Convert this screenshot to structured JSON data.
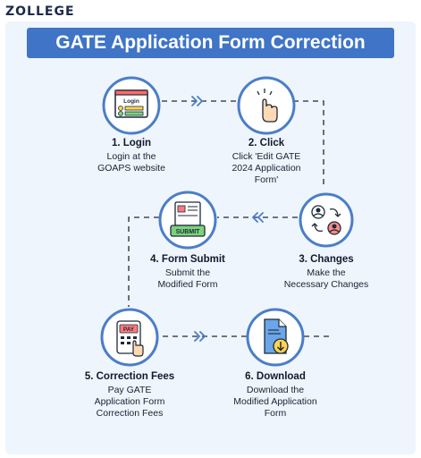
{
  "brand": {
    "logo_text": "ZOLLEGE"
  },
  "header": {
    "title": "GATE Application Form Correction"
  },
  "steps": [
    {
      "title": "1. Login",
      "desc_lines": [
        "Login at the",
        "GOAPS website"
      ],
      "icon": "login-screen-icon",
      "icon_text": "Login"
    },
    {
      "title": "2. Click",
      "desc_lines": [
        "Click 'Edit GATE",
        "2024 Application",
        "Form'"
      ],
      "icon": "tap-finger-icon"
    },
    {
      "title": "3. Changes",
      "desc_lines": [
        "Make the",
        "Necessary Changes"
      ],
      "icon": "swap-users-icon"
    },
    {
      "title": "4. Form Submit",
      "desc_lines": [
        "Submit the",
        "Modified Form"
      ],
      "icon": "submit-form-icon",
      "icon_text": "SUBMIT"
    },
    {
      "title": "5. Correction Fees",
      "desc_lines": [
        "Pay GATE",
        "Application Form",
        "Correction Fees"
      ],
      "icon": "pay-terminal-icon",
      "icon_text": "PAY"
    },
    {
      "title": "6. Download",
      "desc_lines": [
        "Download the",
        "Modified Application",
        "Form"
      ],
      "icon": "download-file-icon"
    }
  ],
  "colors": {
    "banner": "#3f74c6",
    "panel": "#eef5fc",
    "circle_border": "#4a7ec9",
    "arrow": "#4a7ec9",
    "connector": "#1e2a3a"
  }
}
